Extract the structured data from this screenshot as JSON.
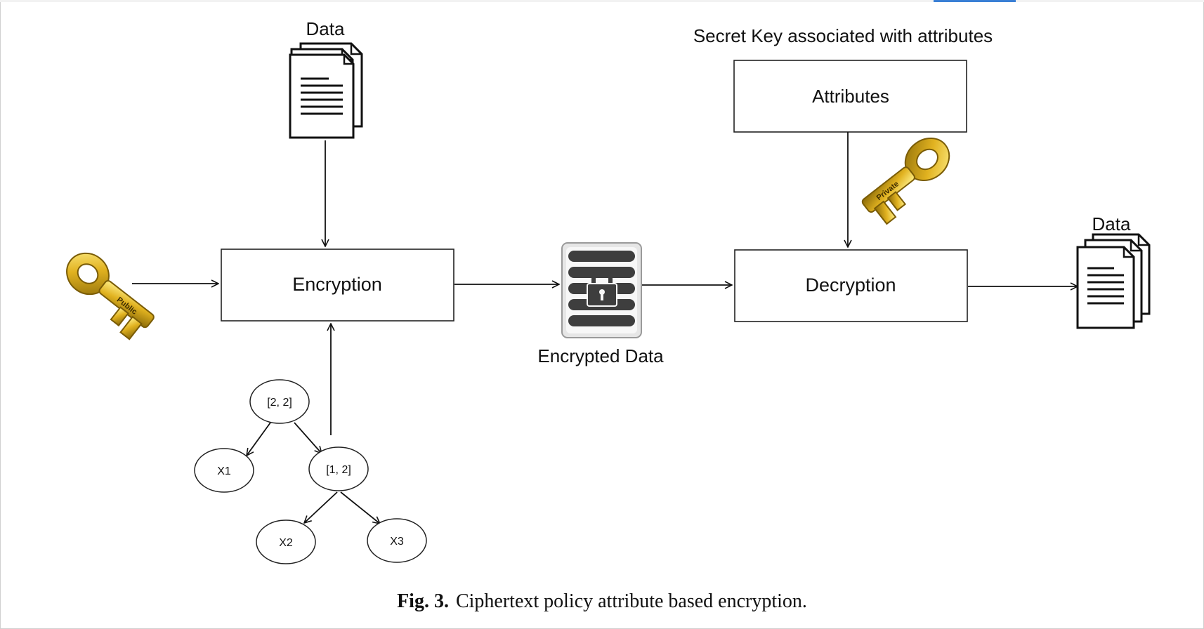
{
  "diagram": {
    "data_input_label": "Data",
    "secret_key_label": "Secret Key associated with attributes",
    "attributes_label": "Attributes",
    "encryption_label": "Encryption",
    "encrypted_data_label": "Encrypted Data",
    "decryption_label": "Decryption",
    "data_output_label": "Data",
    "public_key_text": "Public",
    "private_key_text": "Private",
    "policy_tree": {
      "root": "[2, 2]",
      "x1": "X1",
      "inner": "[1, 2]",
      "x2": "X2",
      "x3": "X3"
    }
  },
  "caption": {
    "number": "Fig. 3.",
    "text": "Ciphertext policy attribute based encryption."
  },
  "colors": {
    "key_gold": "#e1b220",
    "key_dark": "#8a6a08",
    "vault_gray": "#3e3e3e"
  }
}
